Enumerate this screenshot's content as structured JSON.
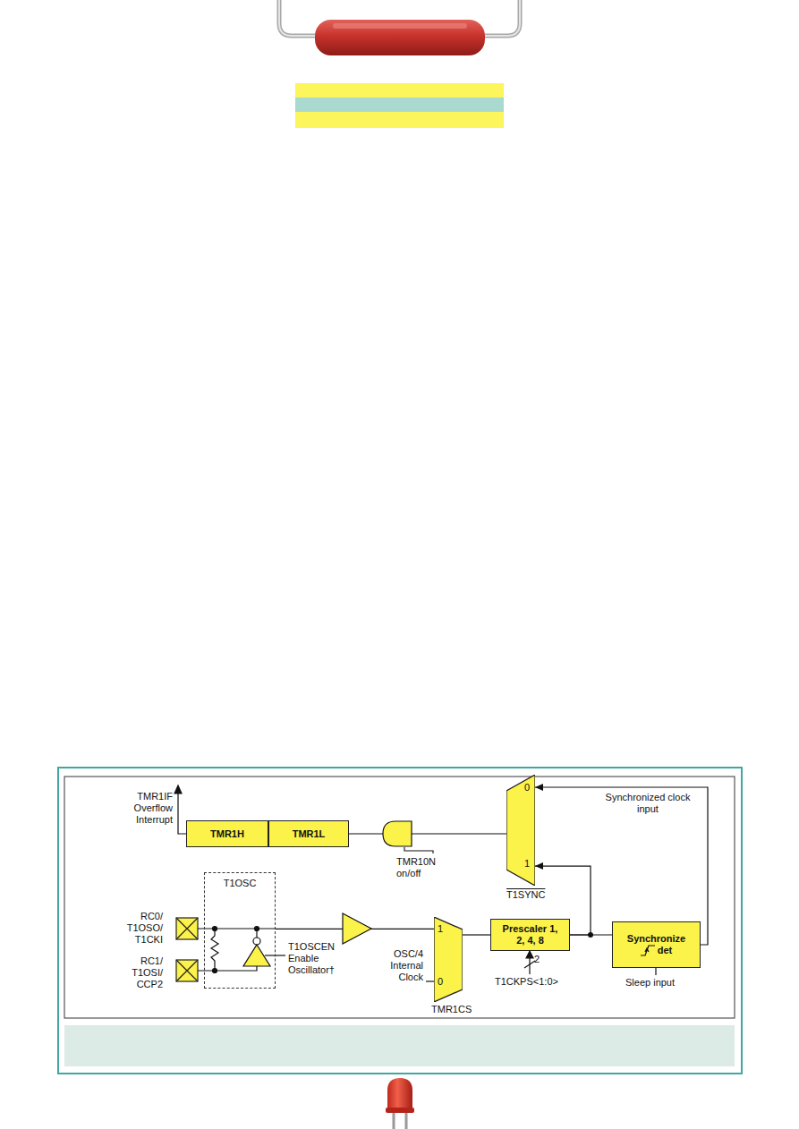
{
  "diagram": {
    "nodes": [
      {
        "text": [
          "TMR1H"
        ]
      },
      {
        "text": [
          "TMR1L"
        ]
      },
      {
        "text": [
          "0",
          "1"
        ]
      },
      {
        "text": [
          "T1OSC"
        ]
      },
      {
        "text": [
          "1",
          "0"
        ]
      },
      {
        "text": [
          "Prescaler 1, 2, 4, 8"
        ]
      },
      {
        "text": [
          "Synchronize",
          "det"
        ]
      }
    ],
    "edges": [
      {
        "from": 2,
        "to": 1,
        "arrow": "none"
      },
      {
        "from": 3,
        "to": 4,
        "arrow": "none"
      },
      {
        "from": 4,
        "to": 5,
        "arrow": "none"
      },
      {
        "from": 5,
        "to": 2,
        "arrow": "to"
      },
      {
        "from": 5,
        "to": 6,
        "arrow": "none"
      },
      {
        "from": 6,
        "to": 2,
        "arrow": "to"
      }
    ],
    "labels": [
      "TMR1IF Overflow Interrupt",
      "Synchronized clock input",
      "TMR10N on/off",
      "T1SYNC",
      "RC0/ T1OSO/ T1CKI",
      "RC1/ T1OSI/ CCP2",
      "T1OSCEN Enable Oscillator†",
      "OSC/4 Internal Clock",
      "TMR1CS",
      "2",
      "T1CKPS<1:0>",
      "Sleep input"
    ]
  }
}
